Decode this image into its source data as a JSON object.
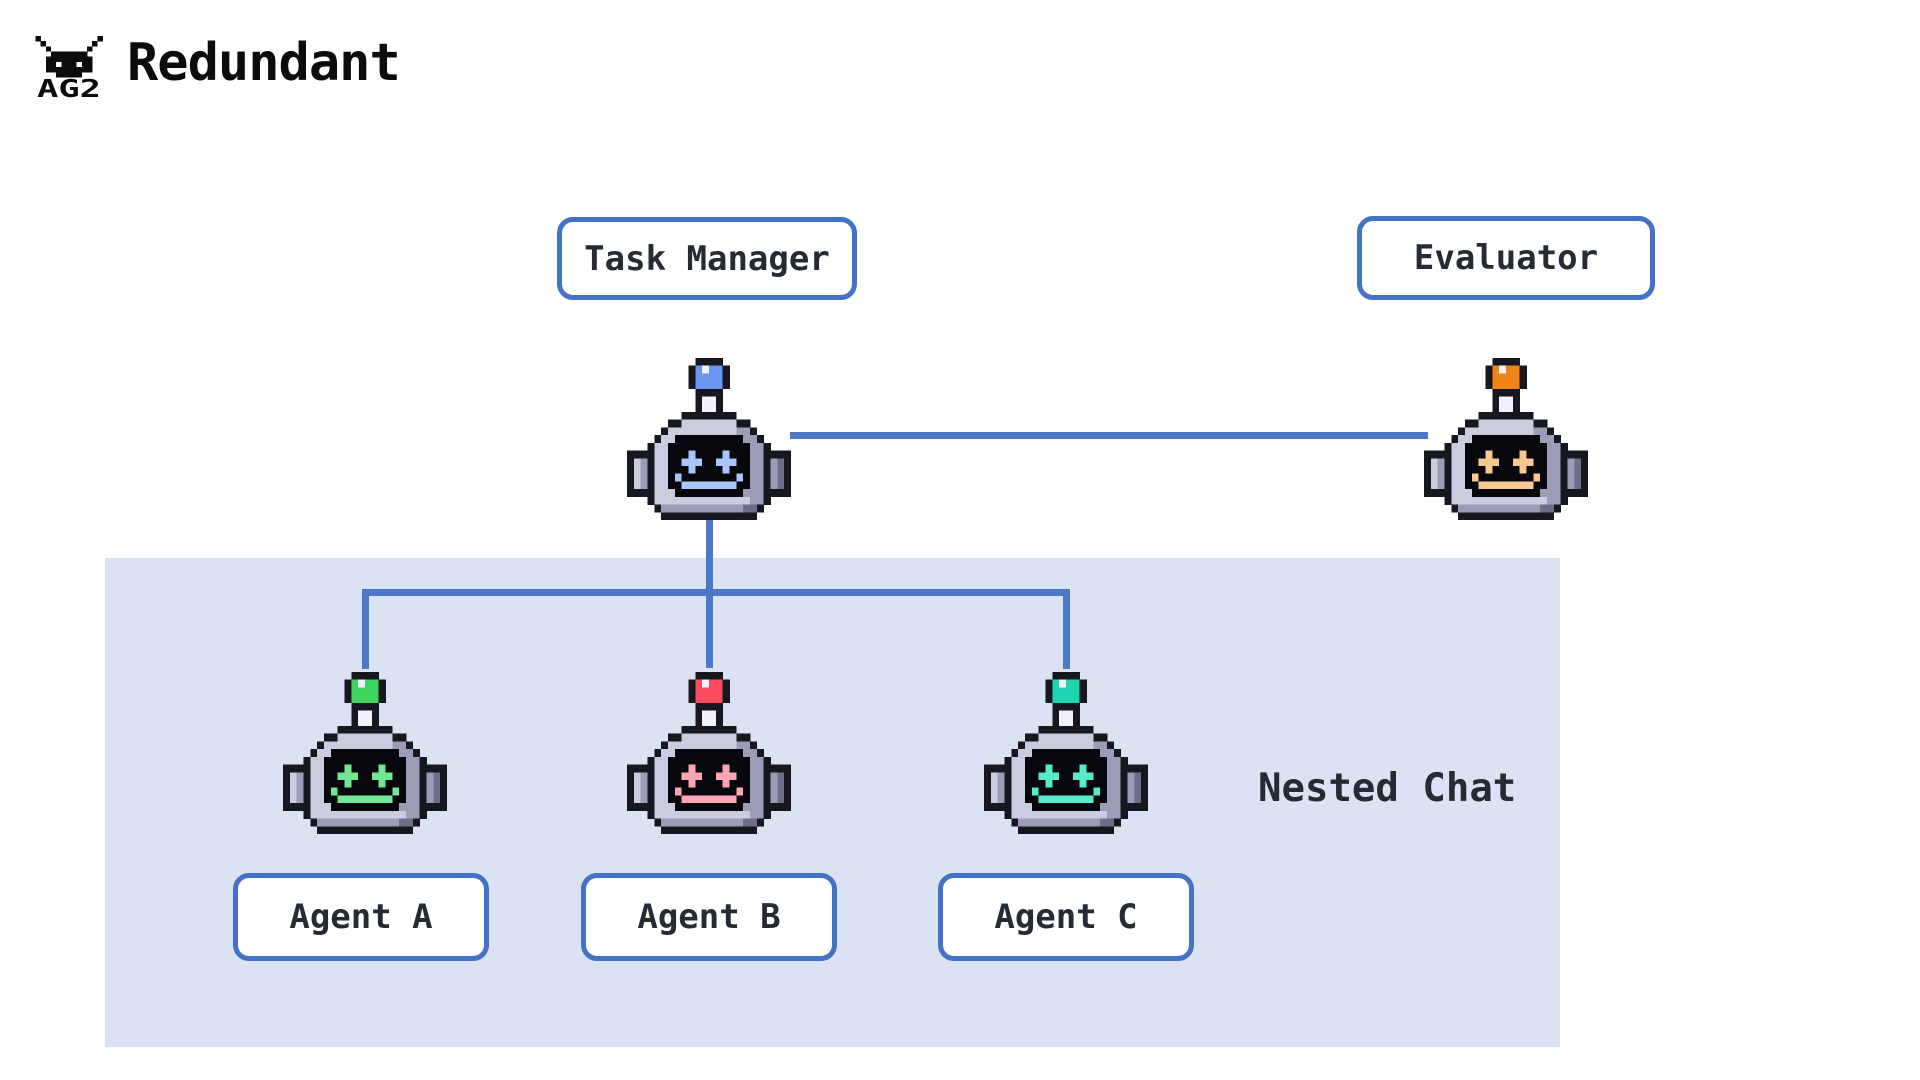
{
  "header": {
    "logo_text": "AG2",
    "title": "Redundant"
  },
  "colors": {
    "line": "#4d78c8",
    "border": "#4472c4",
    "nested_bg": "#dbe2f3",
    "text": "#262b33",
    "title": "#0c0c0f"
  },
  "nodes": {
    "task_manager": {
      "label": "Task Manager",
      "antenna_color": "#6b96f0",
      "face_color": "#a9c6fa"
    },
    "evaluator": {
      "label": "Evaluator",
      "antenna_color": "#f08418",
      "face_color": "#f8c88f"
    },
    "agent_a": {
      "label": "Agent A",
      "antenna_color": "#3ed45e",
      "face_color": "#6fe896"
    },
    "agent_b": {
      "label": "Agent B",
      "antenna_color": "#fb4b5f",
      "face_color": "#ffa4b2"
    },
    "agent_c": {
      "label": "Agent C",
      "antenna_color": "#1fd4b0",
      "face_color": "#55eccb"
    }
  },
  "nested_chat": {
    "label": "Nested Chat"
  }
}
